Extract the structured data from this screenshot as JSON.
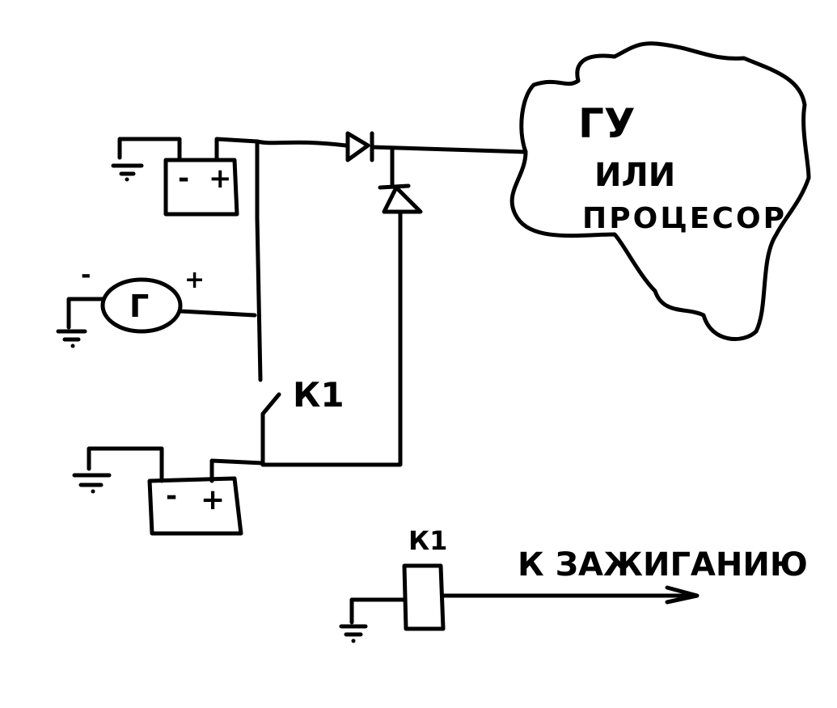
{
  "title_unit": {
    "line1": "ГУ",
    "line2": "ИЛИ",
    "line3": "ПРОЦЕСОР"
  },
  "generator": {
    "label": "Г",
    "minus": "-",
    "plus": "+"
  },
  "battery_top": {
    "minus": "-",
    "plus": "+"
  },
  "battery_bottom": {
    "minus": "-",
    "plus": "+"
  },
  "relay_contact_label": "К1",
  "relay_coil_label": "К1",
  "ignition_label": "К ЗАЖИГАНИЮ",
  "colors": {
    "ink": "#000000",
    "background": "#ffffff"
  }
}
